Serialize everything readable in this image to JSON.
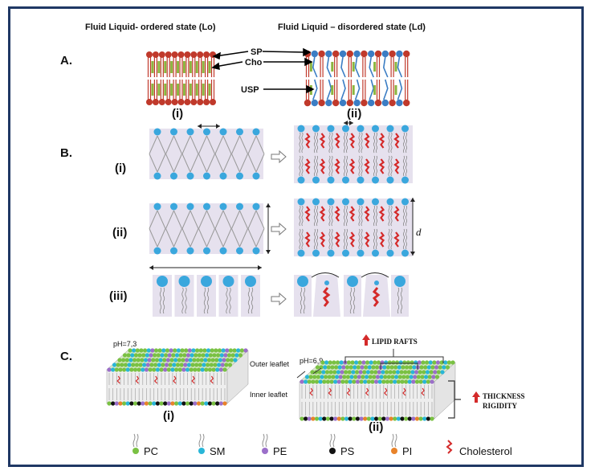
{
  "header": {
    "lo_title": "Fluid Liquid- ordered state (Lo)",
    "ld_title": "Fluid Liquid – disordered state (Ld)"
  },
  "panel_a": {
    "label": "A.",
    "sp": "SP",
    "cho": "Cho",
    "usp": "USP",
    "left_id": "(i)",
    "right_id": "(ii)"
  },
  "panel_b": {
    "label": "B.",
    "row_i": "(i)",
    "row_ii": "(ii)",
    "row_iii": "(iii)",
    "d_label": "d"
  },
  "panel_c": {
    "label": "C.",
    "ph_left": "pH=7,3",
    "ph_right": "pH=6,9",
    "outer_leaflet": "Outer leaflet",
    "inner_leaflet": "Inner leaflet",
    "lipid_rafts": "LIPID RAFTS",
    "thickness": "THICKNESS",
    "rigidity": "RIGIDITY",
    "left_id": "(i)",
    "right_id": "(ii)"
  },
  "legend": {
    "items": [
      {
        "label": "PC",
        "color": "#7ac143"
      },
      {
        "label": "SM",
        "color": "#29b6d8"
      },
      {
        "label": "PE",
        "color": "#9b6fc9"
      },
      {
        "label": "PS",
        "color": "#111111"
      },
      {
        "label": "PI",
        "color": "#e8832a"
      }
    ],
    "cholesterol": "Cholesterol"
  },
  "colors": {
    "frame": "#1f3864",
    "head_red": "#c0392b",
    "head_blue": "#3b7dc4",
    "head_cyan": "#3aa7dd",
    "cholesterol_green": "#8cb53f",
    "cholesterol_red": "#d42a2a",
    "panel_bg": "#e6e1ee"
  }
}
